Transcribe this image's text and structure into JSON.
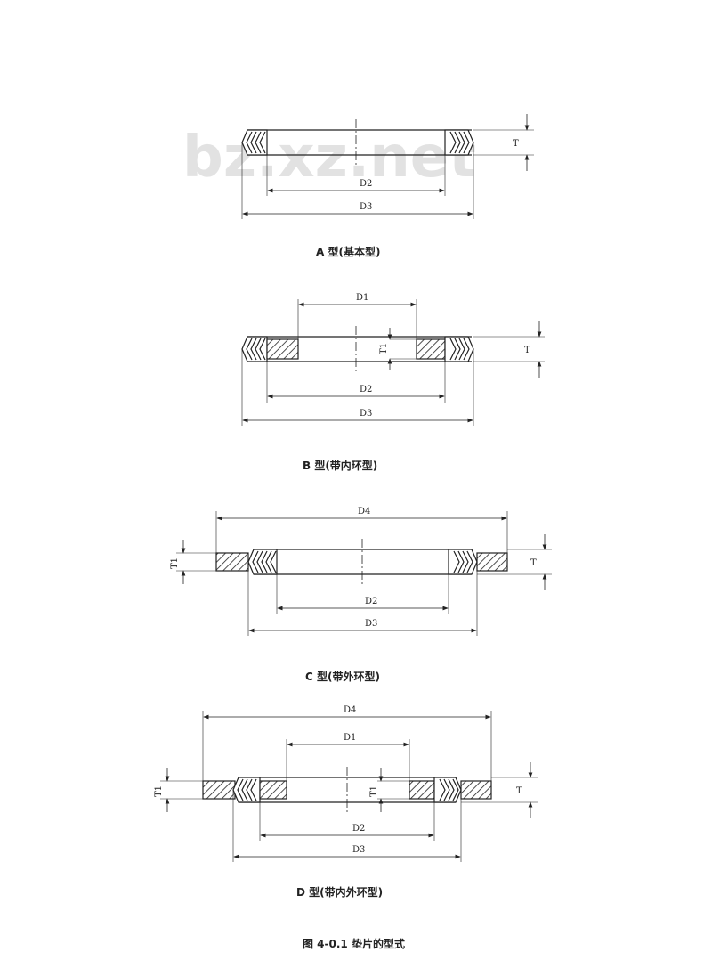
{
  "watermark": "bz.xz.net",
  "figure": {
    "caption": "图 4-0.1  垫片的型式"
  },
  "labels": {
    "T": "T",
    "T1": "T1",
    "D1": "D1",
    "D2": "D2",
    "D3": "D3",
    "D4": "D4"
  },
  "types": [
    {
      "caption": "A 型(基本型)"
    },
    {
      "caption": "B 型(带内环型)"
    },
    {
      "caption": "C 型(带外环型)"
    },
    {
      "caption": "D 型(带内外环型)"
    }
  ]
}
